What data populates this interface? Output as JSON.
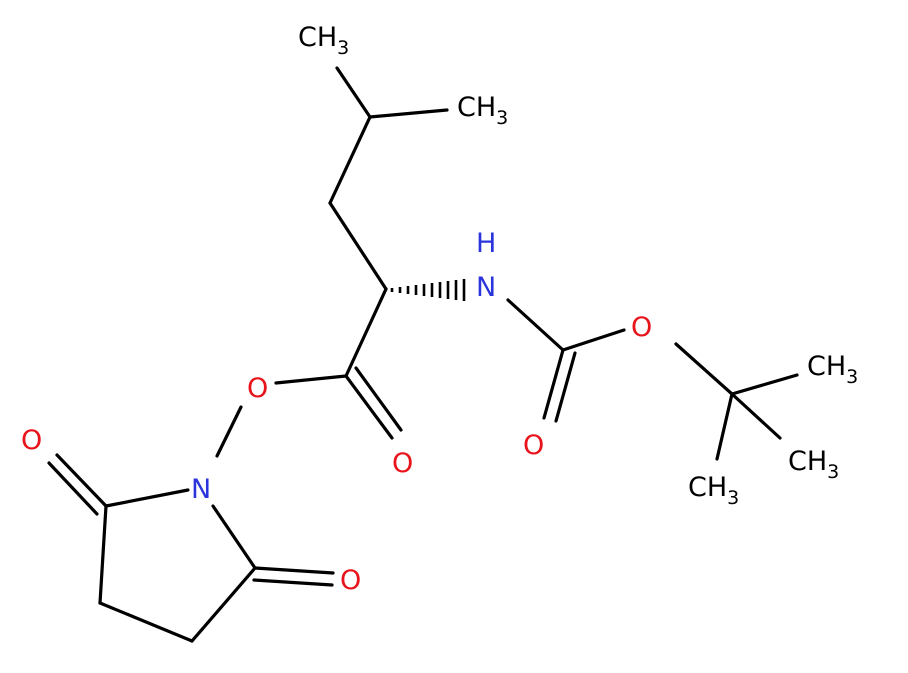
{
  "colors": {
    "bond": "#000000",
    "nitrogen": "#2a34dc",
    "oxygen": "#e8131b",
    "carbon_label": "#000000"
  },
  "atoms": {
    "ch3_top": {
      "main": "CH",
      "sub": "3"
    },
    "ch3_right": {
      "main": "CH",
      "sub": "3"
    },
    "nh": "NH",
    "o_ester": "O",
    "o_carbonyl_ester": "O",
    "o_boc_ether": "O",
    "o_boc_carbonyl": "O",
    "n_imide": "N",
    "o_imide_left": "O",
    "o_imide_right": "O",
    "ch3_tbu_1": {
      "main": "CH",
      "sub": "3"
    },
    "ch3_tbu_2": {
      "main": "CH",
      "sub": "3"
    },
    "ch3_tbu_3": {
      "main": "CH",
      "sub": "3"
    }
  }
}
